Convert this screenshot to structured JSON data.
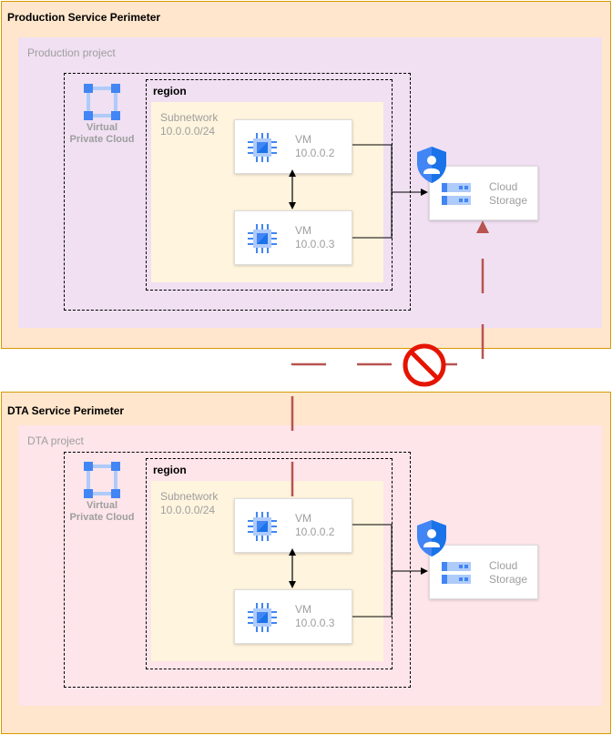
{
  "colors": {
    "perimeter_fill": "#ffe6cc",
    "perimeter_border": "#d79b00",
    "prod_project_fill": "#f0e0f2",
    "dta_project_fill": "#fde5ea",
    "subnet_fill": "#fff4dd",
    "gcp_blue": "#4285f4",
    "blocked_line": "#b85450",
    "no_entry_red": "#e51400"
  },
  "production": {
    "perimeter_title": "Production Service Perimeter",
    "project_label": "Production project",
    "vpc_label_line1": "Virtual",
    "vpc_label_line2": "Private Cloud",
    "region_label": "region",
    "subnet_line1": "Subnetwork",
    "subnet_line2": "10.0.0.0/24",
    "vm1_name": "VM",
    "vm1_ip": "10.0.0.2",
    "vm2_name": "VM",
    "vm2_ip": "10.0.0.3",
    "storage_line1": "Cloud",
    "storage_line2": "Storage"
  },
  "dta": {
    "perimeter_title": "DTA Service Perimeter",
    "project_label": "DTA project",
    "vpc_label_line1": "Virtual",
    "vpc_label_line2": "Private Cloud",
    "region_label": "region",
    "subnet_line1": "Subnetwork",
    "subnet_line2": "10.0.0.0/24",
    "vm1_name": "VM",
    "vm1_ip": "10.0.0.2",
    "vm2_name": "VM",
    "vm2_ip": "10.0.0.3",
    "storage_line1": "Cloud",
    "storage_line2": "Storage"
  },
  "icons": {
    "vpc": "vpc-icon",
    "vm": "compute-chip-icon",
    "storage": "cloud-storage-icon",
    "security": "shield-user-icon",
    "blocked": "no-entry-icon"
  }
}
